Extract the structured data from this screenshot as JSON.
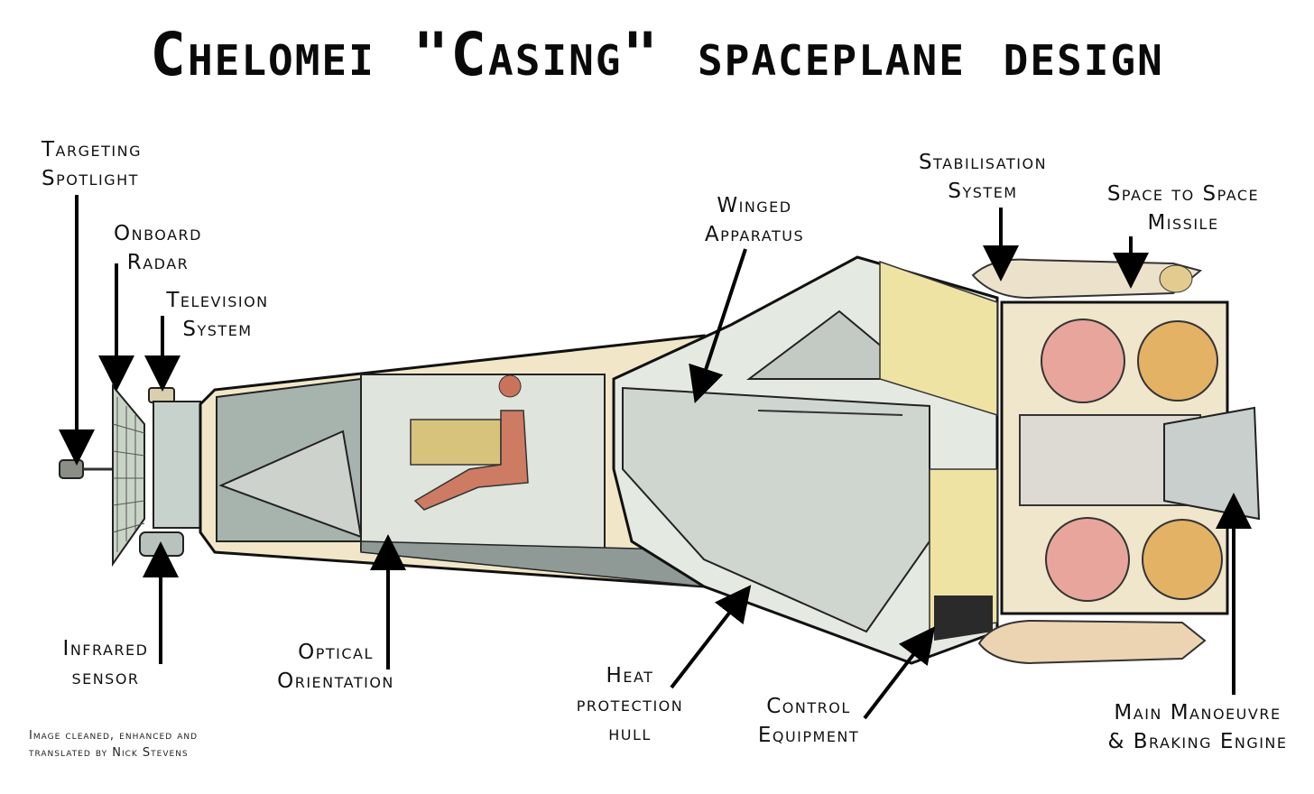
{
  "title": "Chelomei \"Casing\" spaceplane design",
  "labels": {
    "targeting_spotlight": [
      "Targeting",
      "Spotlight"
    ],
    "onboard_radar": [
      "Onboard",
      "Radar"
    ],
    "television_system": [
      "Television",
      "System"
    ],
    "winged_apparatus": [
      "Winged",
      "Apparatus"
    ],
    "stabilisation_system": [
      "Stabilisation",
      "System"
    ],
    "space_to_space_missile": [
      "Space to Space",
      "Missile"
    ],
    "infrared_sensor": [
      "Infrared",
      "sensor"
    ],
    "optical_orientation": [
      "Optical",
      "Orientation"
    ],
    "heat_protection_hull": [
      "Heat",
      "protection",
      "hull"
    ],
    "control_equipment": [
      "Control",
      "Equipment"
    ],
    "main_engine": [
      "Main Manoeuvre",
      "& Braking Engine"
    ]
  },
  "credit": [
    "Image cleaned, enhanced and",
    "translated by Nick Stevens"
  ]
}
